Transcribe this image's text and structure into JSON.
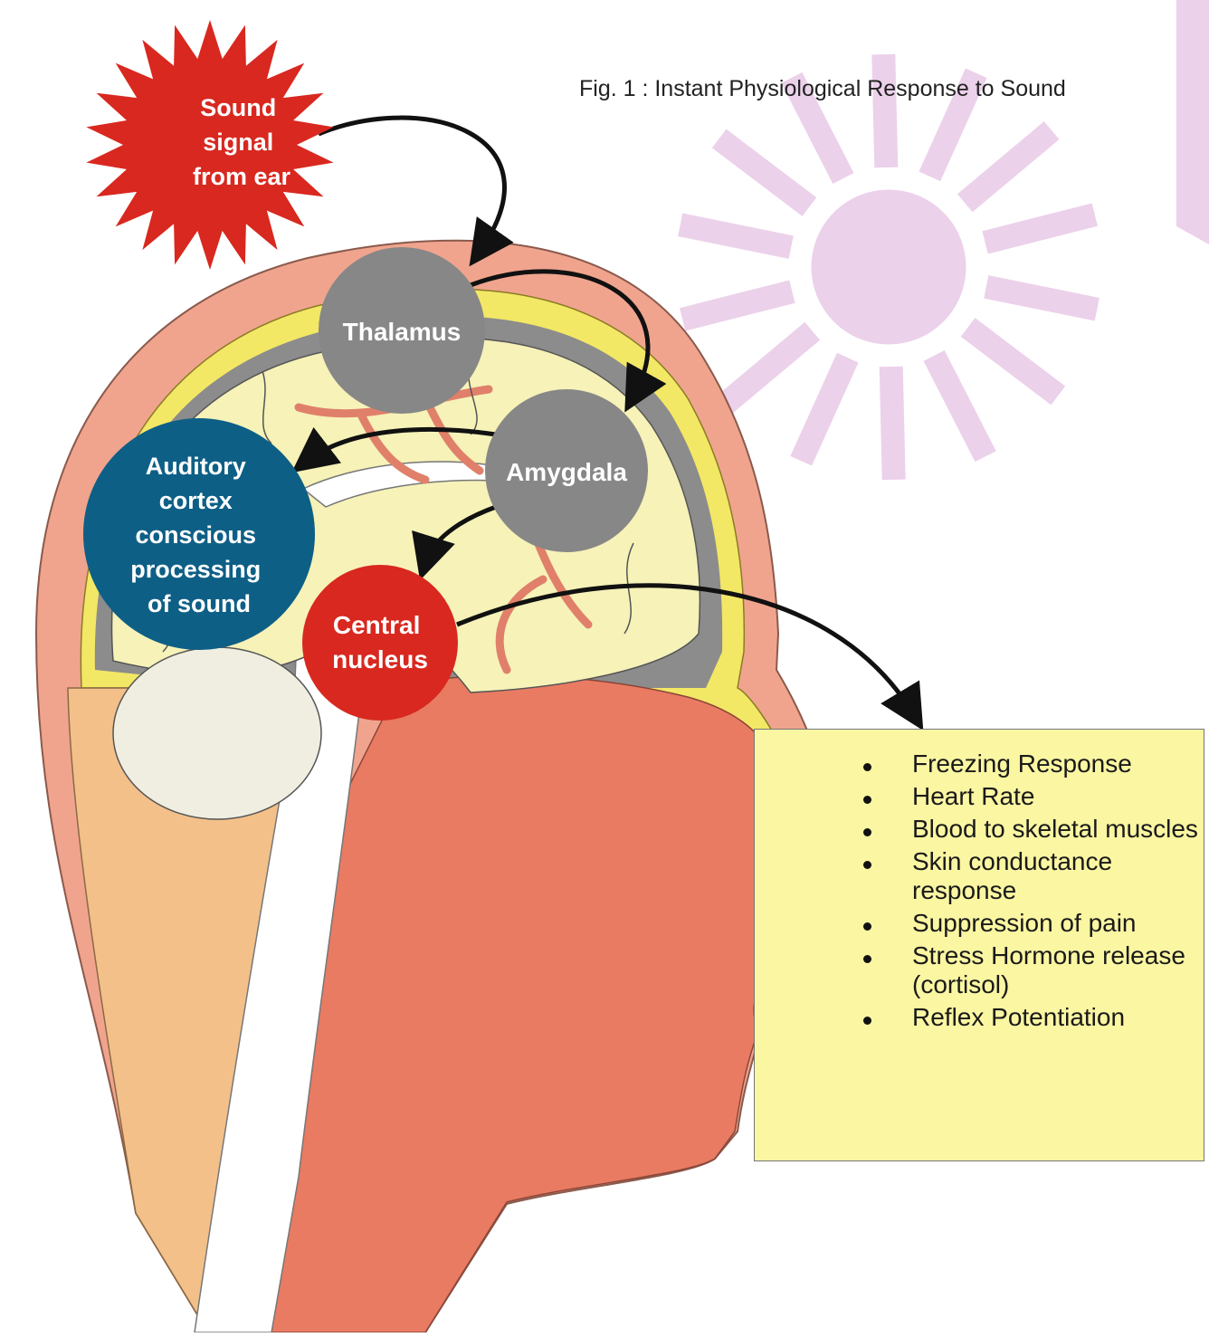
{
  "figure": {
    "caption": "Fig. 1 : Instant Physiological Response to Sound"
  },
  "nodes": {
    "sound_source": {
      "lines": [
        "Sound",
        "signal",
        "from ear"
      ],
      "color": "#d8281f"
    },
    "thalamus": {
      "label": "Thalamus",
      "color": "#878787"
    },
    "amygdala": {
      "label": "Amygdala",
      "color": "#878787"
    },
    "auditory_cortex": {
      "lines": [
        "Auditory",
        "cortex",
        "conscious",
        "processing",
        "of sound"
      ],
      "color": "#0e5f86"
    },
    "central_nucleus": {
      "lines": [
        "Central",
        "nucleus"
      ],
      "color": "#d8281f"
    }
  },
  "responses": [
    "Freezing Response",
    "Heart Rate",
    "Blood to skeletal muscles",
    "Skin conductance response",
    "Suppression of pain",
    "Stress Hormone release (cortisol)",
    "Reflex Potentiation"
  ],
  "colors": {
    "skin": "#f0a48e",
    "scalp_yellow": "#f3e766",
    "brain": "#f6f2b8",
    "face": "#e97b62",
    "neck": "#f3c08a",
    "spine": "#ffffff",
    "dura_gray": "#8c8c8c",
    "vessels": "#e0806a",
    "cerebellum": "#efeee0",
    "sun_decoration": "#ecd1ea",
    "effects_box": "#fbf6a2"
  }
}
